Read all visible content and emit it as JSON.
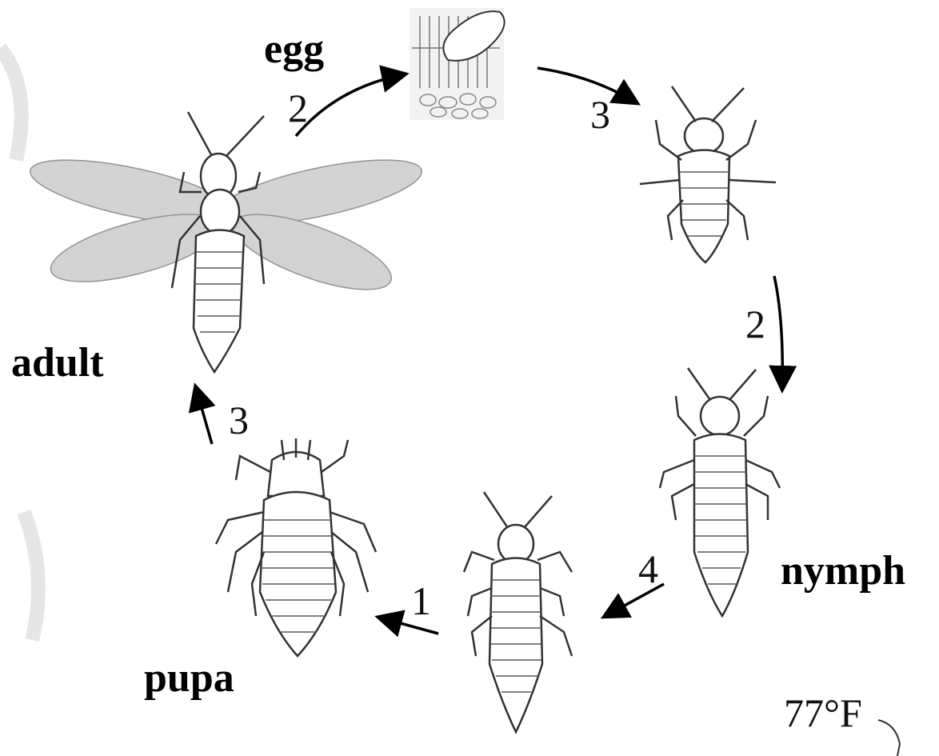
{
  "stages": {
    "egg": "egg",
    "adult": "adult",
    "nymph": "nymph",
    "pupa": "pupa"
  },
  "transitions": {
    "adult_to_egg": "2",
    "egg_to_nymph1": "3",
    "nymph1_to_nymph2": "2",
    "nymph2_to_nymph3": "4",
    "nymph3_to_pupa": "1",
    "pupa_to_adult": "3"
  },
  "temperature": "77°F",
  "colors": {
    "ink": "#000000",
    "line": "#333333",
    "wing": "#9a9a9a"
  }
}
